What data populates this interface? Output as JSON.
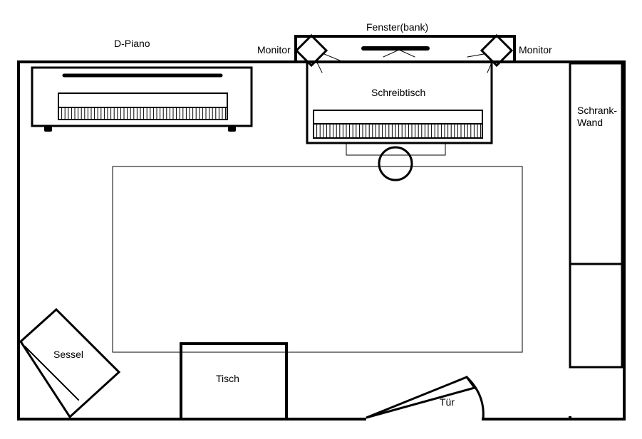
{
  "labels": {
    "d_piano": "D-Piano",
    "window": "Fenster(bank)",
    "monitor_left": "Monitor",
    "monitor_right": "Monitor",
    "desk": "Schreibtisch",
    "wardrobe_line1": "Schrank-",
    "wardrobe_line2": "Wand",
    "armchair": "Sessel",
    "table": "Tisch",
    "door": "Tür"
  },
  "colors": {
    "stroke": "#000000",
    "background": "#ffffff"
  }
}
